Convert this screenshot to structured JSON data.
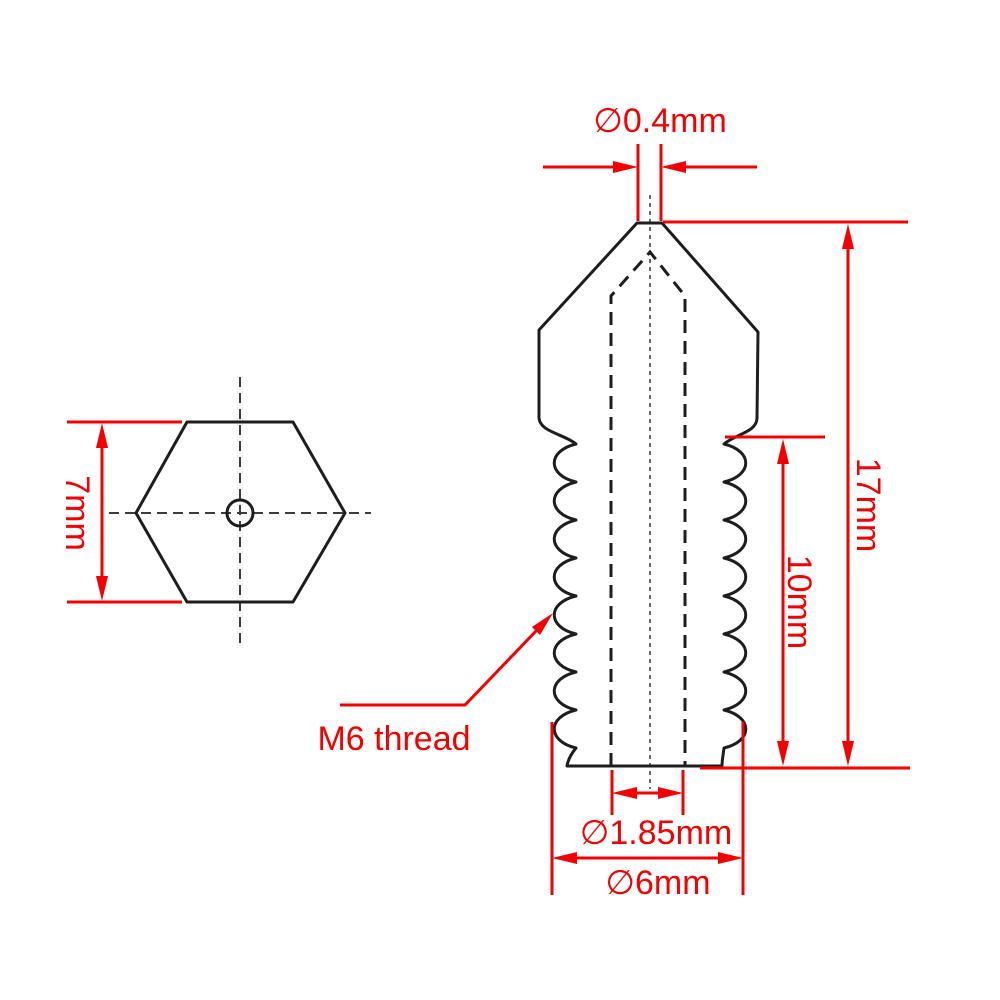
{
  "colors": {
    "dimension_red": "#f50000",
    "outline_black": "#1e1e1e",
    "centerline_gray": "#5a5a5a",
    "background": "#ffffff"
  },
  "top_view": {
    "hex_width": {
      "label": "7mm"
    }
  },
  "side_view": {
    "tip_orifice": {
      "label": "∅0.4mm"
    },
    "overall_length": {
      "label": "17mm"
    },
    "thread_length": {
      "label": "10mm"
    },
    "bore_diameter": {
      "label": "∅1.85mm"
    },
    "outer_diameter": {
      "label": "∅6mm"
    },
    "thread_note": {
      "label": "M6 thread"
    }
  }
}
